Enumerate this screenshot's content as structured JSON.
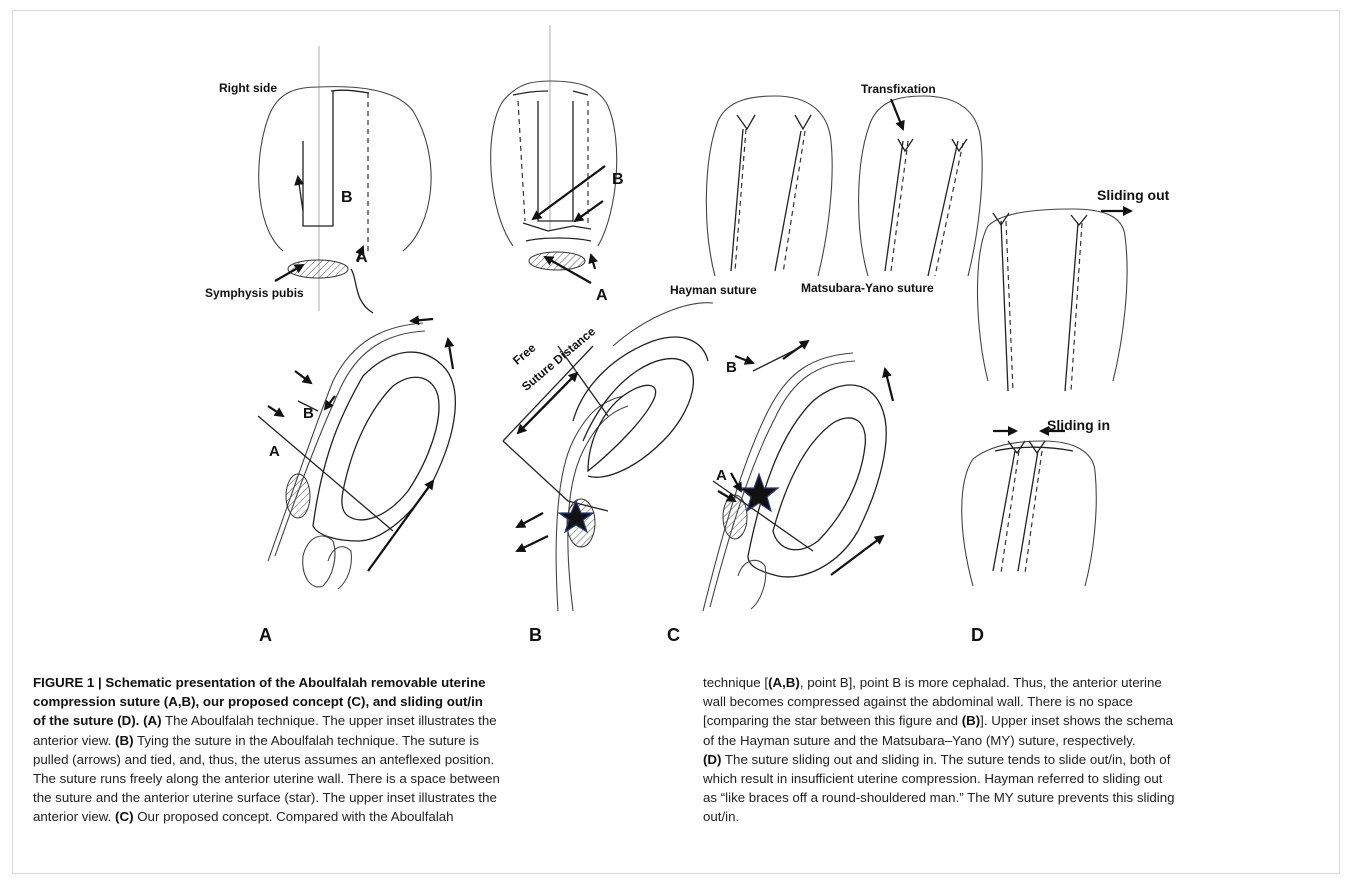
{
  "figure": {
    "inset_labels": {
      "right_side": "Right side",
      "symphysis_pubis": "Symphysis pubis",
      "transfixation": "Transfixation",
      "hayman_suture": "Hayman suture",
      "matsubara_yano_suture": "Matsubara-Yano suture",
      "sliding_out": "Sliding out",
      "sliding_in": "Sliding in",
      "free_suture_distance_1": "Free",
      "free_suture_distance_2": "Suture Distance"
    },
    "point_labels": {
      "a": "A",
      "b": "B"
    },
    "panel_letters": [
      "A",
      "B",
      "C",
      "D"
    ]
  },
  "caption": {
    "left": {
      "l1_bold": "FIGURE 1 | Schematic presentation of the Aboulfalah removable uterine",
      "l2_bold": "compression suture (A,B), our proposed concept (C), and sliding out/in",
      "l3_bold": "of the suture (D).",
      "l3_b1": "(A)",
      "l3_t1": " The Aboulfalah technique. The upper inset illustrates the",
      "l4_t1": "anterior view. ",
      "l4_b1": "(B)",
      "l4_t2": " Tying the suture in the Aboulfalah technique. The suture is",
      "l5": "pulled (arrows) and tied, and, thus, the uterus assumes an anteflexed position.",
      "l6": "The suture runs freely along the anterior uterine wall. There is a space between",
      "l7": "the suture and the anterior uterine surface (star). The upper inset illustrates the",
      "l8_t1": "anterior view. ",
      "l8_b1": "(C)",
      "l8_t2": " Our proposed concept. Compared with the Aboulfalah"
    },
    "right": {
      "l1_t1": "technique [",
      "l1_b1": "(A,B)",
      "l1_t2": ", point B], point B is more cephalad. Thus, the anterior uterine",
      "l2": "wall becomes compressed against the abdominal wall. There is no space",
      "l3_t1": "[comparing the star between this figure and ",
      "l3_b1": "(B)",
      "l3_t2": "]. Upper inset shows the schema",
      "l4": "of the Hayman suture and the Matsubara–Yano (MY) suture, respectively.",
      "l5_b1": "(D)",
      "l5_t1": " The suture sliding out and sliding in. The suture tends to slide out/in, both of",
      "l6": "which result in insufficient uterine compression. Hayman referred to sliding out",
      "l7": "as “like braces off a round-shouldered man.” The MY suture prevents this sliding",
      "l8": "out/in."
    }
  }
}
